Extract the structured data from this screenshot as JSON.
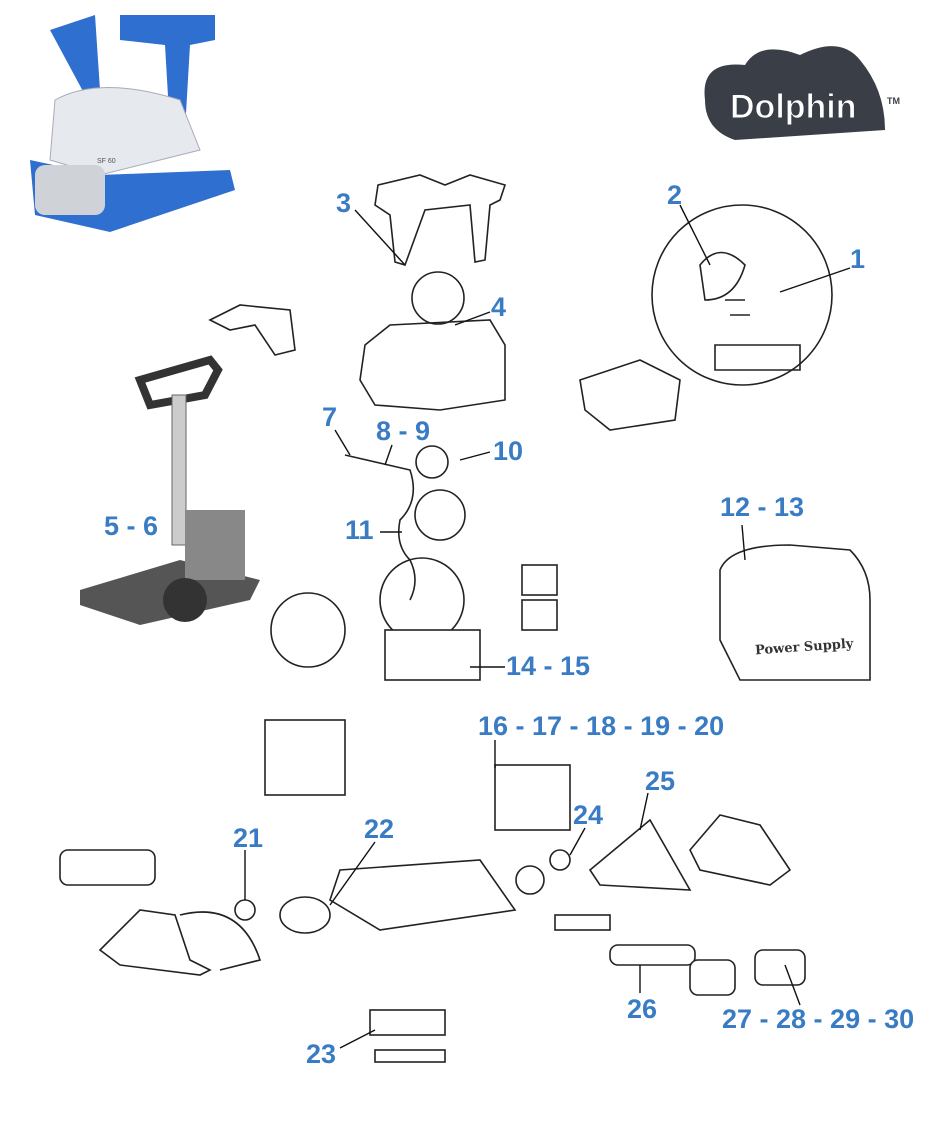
{
  "brand": {
    "logo_text": "Dolphin",
    "trademark": "TM"
  },
  "product_photo": {
    "model_badge": "SF 60"
  },
  "power_supply_label": "Power Supply",
  "part_labels": [
    {
      "id": "p3",
      "text": "3"
    },
    {
      "id": "p2",
      "text": "2"
    },
    {
      "id": "p1",
      "text": "1"
    },
    {
      "id": "p4",
      "text": "4"
    },
    {
      "id": "p7",
      "text": "7"
    },
    {
      "id": "p8-9",
      "text": "8 - 9"
    },
    {
      "id": "p10",
      "text": "10"
    },
    {
      "id": "p5-6",
      "text": "5 - 6"
    },
    {
      "id": "p11",
      "text": "11"
    },
    {
      "id": "p12-13",
      "text": "12 - 13"
    },
    {
      "id": "p14-15",
      "text": "14 - 15"
    },
    {
      "id": "p16-20",
      "text": "16 - 17 - 18 - 19 - 20"
    },
    {
      "id": "p25",
      "text": "25"
    },
    {
      "id": "p24",
      "text": "24"
    },
    {
      "id": "p21",
      "text": "21"
    },
    {
      "id": "p22",
      "text": "22"
    },
    {
      "id": "p26",
      "text": "26"
    },
    {
      "id": "p27-30",
      "text": "27 - 28 - 29 - 30"
    },
    {
      "id": "p23",
      "text": "23"
    }
  ],
  "colors": {
    "label": "#3a7cc4",
    "robot_blue": "#2f6fd0",
    "logo_dark": "#3a3f47"
  }
}
